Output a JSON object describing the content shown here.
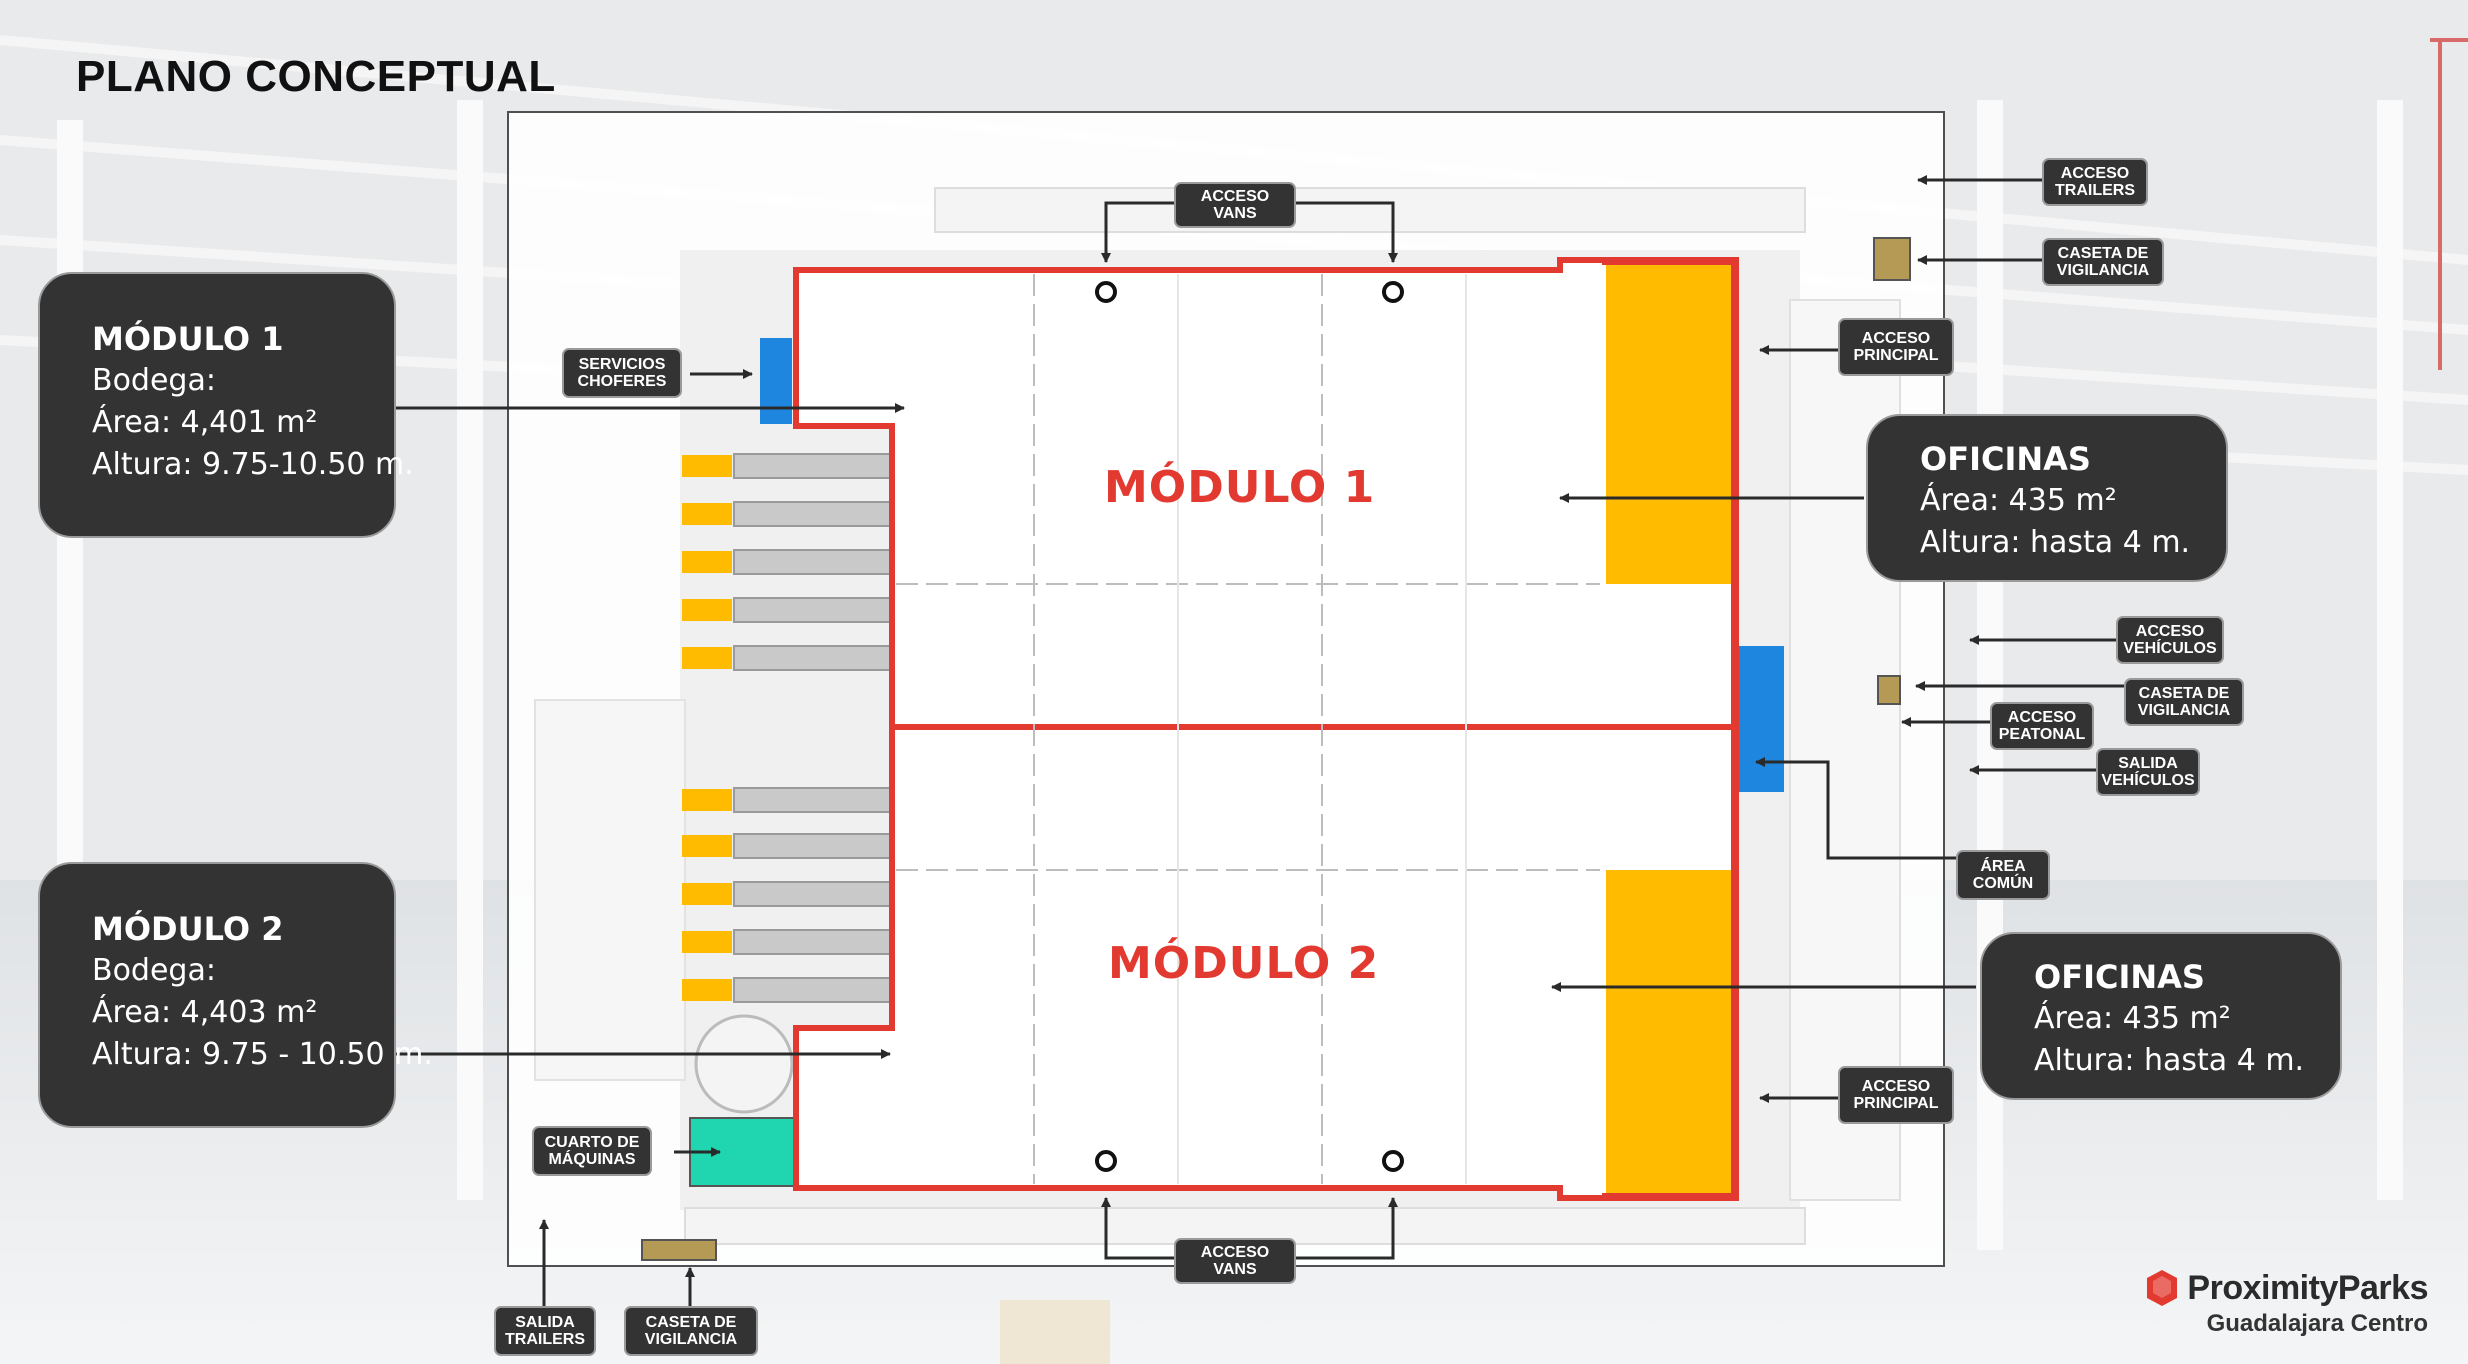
{
  "title": "PLANO CONCEPTUAL",
  "colors": {
    "wall_red": "#e23a30",
    "office_yellow": "#ffbb00",
    "service_blue": "#1f86e0",
    "machine_green": "#1fd6b0",
    "label_dark": "#333333"
  },
  "modules": [
    {
      "label": "MÓDULO 1"
    },
    {
      "label": "MÓDULO 2"
    }
  ],
  "cards": {
    "modulo1": {
      "title": "MÓDULO 1",
      "lines": [
        "Bodega:",
        "Área: 4,401 m²",
        "Altura:  9.75-10.50 m."
      ]
    },
    "modulo2": {
      "title": "MÓDULO 2",
      "lines": [
        "Bodega:",
        "Área: 4,403 m²",
        "Altura:  9.75 - 10.50  m."
      ]
    },
    "oficinas1": {
      "title": "OFICINAS",
      "lines": [
        "Área: 435 m²",
        "Altura: hasta 4 m."
      ]
    },
    "oficinas2": {
      "title": "OFICINAS",
      "lines": [
        "Área: 435 m²",
        "Altura: hasta 4 m."
      ]
    }
  },
  "tags": {
    "acceso_vans_top": [
      "ACCESO",
      "VANS"
    ],
    "acceso_vans_bottom": [
      "ACCESO",
      "VANS"
    ],
    "acceso_trailers": [
      "ACCESO",
      "TRAILERS"
    ],
    "caseta_vigilancia_top": [
      "CASETA DE",
      "VIGILANCIA"
    ],
    "acceso_principal_top": [
      "ACCESO",
      "PRINCIPAL"
    ],
    "acceso_principal_bottom": [
      "ACCESO",
      "PRINCIPAL"
    ],
    "servicios_choferes": [
      "SERVICIOS",
      "CHOFERES"
    ],
    "acceso_vehiculos": [
      "ACCESO",
      "VEHÍCULOS"
    ],
    "caseta_vigilancia_mid": [
      "CASETA DE",
      "VIGILANCIA"
    ],
    "acceso_peatonal": [
      "ACCESO",
      "PEATONAL"
    ],
    "salida_vehiculos": [
      "SALIDA",
      "VEHÍCULOS"
    ],
    "area_comun": [
      "ÁREA",
      "COMÚN"
    ],
    "cuarto_maquinas": [
      "CUARTO DE",
      "MÁQUINAS"
    ],
    "salida_trailers": [
      "SALIDA",
      "TRAILERS"
    ],
    "caseta_vigilancia_bottom": [
      "CASETA DE",
      "VIGILANCIA"
    ]
  },
  "logo": {
    "brand": "ProximityParks",
    "sub": "Guadalajara Centro"
  }
}
